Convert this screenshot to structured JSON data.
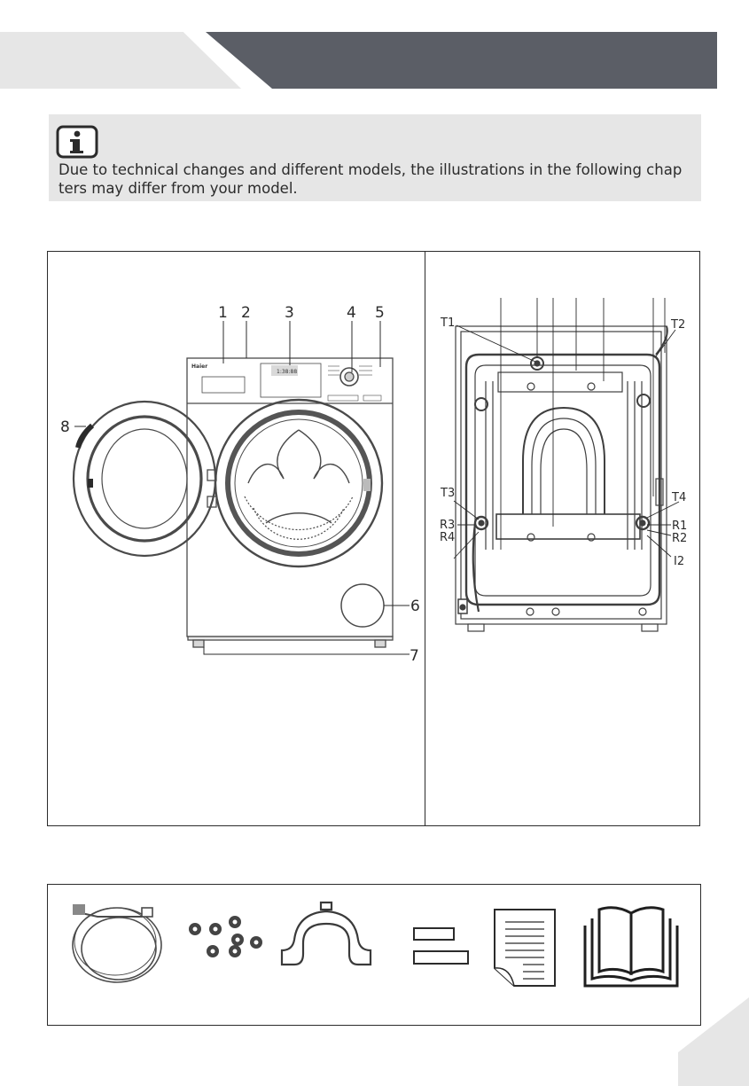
{
  "note": {
    "icon": "info-icon",
    "text_line1": "Due to technical changes and different models, the illustrations in the following chap",
    "text_line2": "ters may differ from your model."
  },
  "front_view": {
    "brand": "Haier",
    "display": "1:38:88",
    "labels": [
      "1",
      "2",
      "3",
      "4",
      "5",
      "6",
      "7",
      "8"
    ]
  },
  "rear_view": {
    "labels": [
      "T1",
      "T2",
      "T3",
      "T4",
      "R1",
      "R2",
      "R3",
      "R4",
      "I2"
    ]
  },
  "accessories": {
    "icons": [
      "inlet-hose-icon",
      "covers-icon",
      "hose-bracket-icon",
      "labels-icon",
      "sheet-icon",
      "manual-icon"
    ]
  },
  "colors": {
    "header_dark": "#5b5e66",
    "header_light": "#e6e6e6",
    "note_bg": "#e6e6e6"
  }
}
